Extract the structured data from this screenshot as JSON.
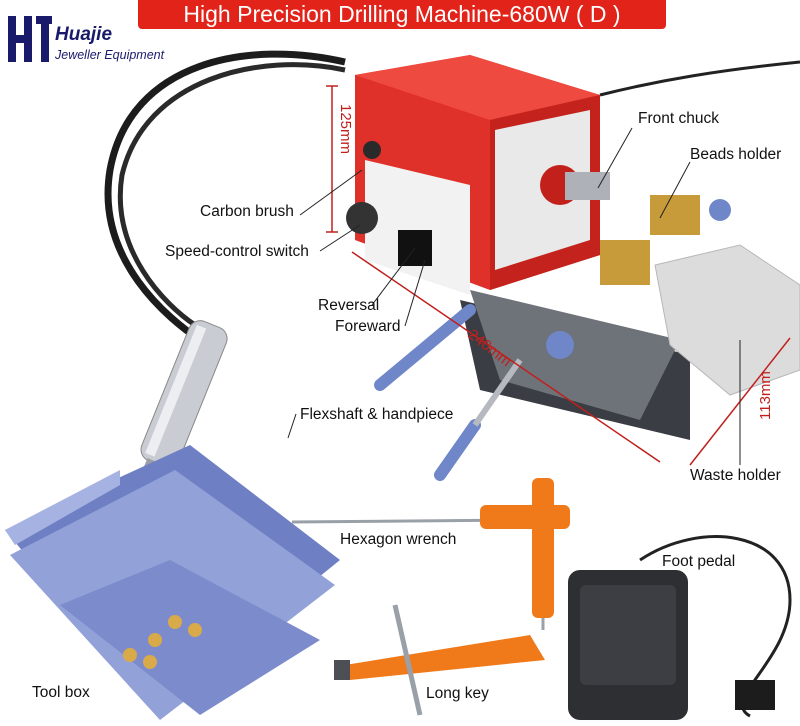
{
  "title": "High Precision Drilling Machine-680W ( D )",
  "brand": {
    "name": "Huajie",
    "subtitle": "Jeweller Equipment",
    "logo_icon": "hj-monogram-logo-icon",
    "logo_color": "#1a1a6a"
  },
  "labels": {
    "front_chuck": "Front chuck",
    "beads_holder": "Beads holder",
    "carbon_brush": "Carbon brush",
    "speed_control": "Speed-control switch",
    "reversal": "Reversal",
    "foreward": "Foreward",
    "flexshaft": "Flexshaft & handpiece",
    "waste_holder": "Waste holder",
    "hexagon_wrench": "Hexagon wrench",
    "foot_pedal": "Foot pedal",
    "tool_box": "Tool box",
    "long_key": "Long key"
  },
  "dimensions": {
    "height": "125mm",
    "length": "240mm",
    "depth": "113mm"
  },
  "colors": {
    "banner": "#e2231a",
    "machine_red": "#e0302a",
    "dimension_line": "#c0201d",
    "toolbox_blue": "#7e8fd0",
    "handle_orange": "#f07a1a"
  }
}
